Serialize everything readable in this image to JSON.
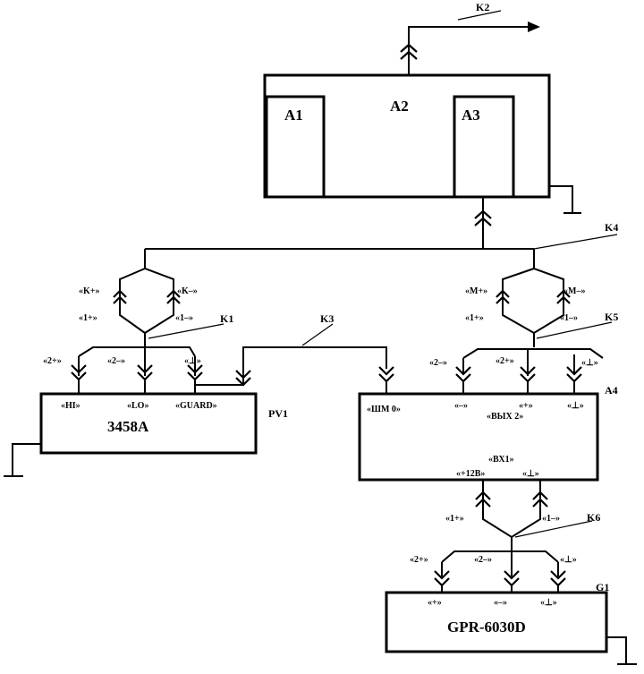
{
  "blocks": {
    "a1": "A1",
    "a2": "A2",
    "a3": "A3",
    "pv1_model": "3458A",
    "pv1_tag": "PV1",
    "a4_tag": "A4",
    "g1_model": "GPR-6030D",
    "g1_tag": "G1"
  },
  "cables": {
    "k1": "K1",
    "k2": "K2",
    "k3": "K3",
    "k4": "K4",
    "k5": "K5",
    "k6": "K6"
  },
  "connectors": {
    "left_k_plus": "«K+»",
    "left_k_minus": "«K–»",
    "left_1_plus": "«1+»",
    "left_1_minus": "«1–»",
    "left_2_plus": "«2+»",
    "left_2_minus": "«2–»",
    "left_2_shield": "«⊥»",
    "right_m_plus": "«M+»",
    "right_m_minus": "«M–»",
    "right_1_plus": "«1+»",
    "right_1_minus": "«1–»",
    "right_2_minus": "«2–»",
    "right_2_plus": "«2+»",
    "right_2_shield": "«⊥»",
    "g_1_plus": "«1+»",
    "g_1_minus": "«1–»",
    "g_2_plus": "«2+»",
    "g_2_minus": "«2–»",
    "g_2_shield": "«⊥»"
  },
  "terminals": {
    "pv1_hi": "«HI»",
    "pv1_lo": "«LO»",
    "pv1_guard": "«GUARD»",
    "a4_shunt": "«ШМ 0»",
    "a4_minus": "«–»",
    "a4_plus": "«+»",
    "a4_shield": "«⊥»",
    "a4_label": "«ВЫХ 2»",
    "a4_input": "«ВХ1»",
    "a4_in_plus": "«+12В»",
    "a4_in_shield": "«⊥»",
    "g1_plus": "«+»",
    "g1_minus": "«–»",
    "g1_shield": "«⊥»"
  }
}
